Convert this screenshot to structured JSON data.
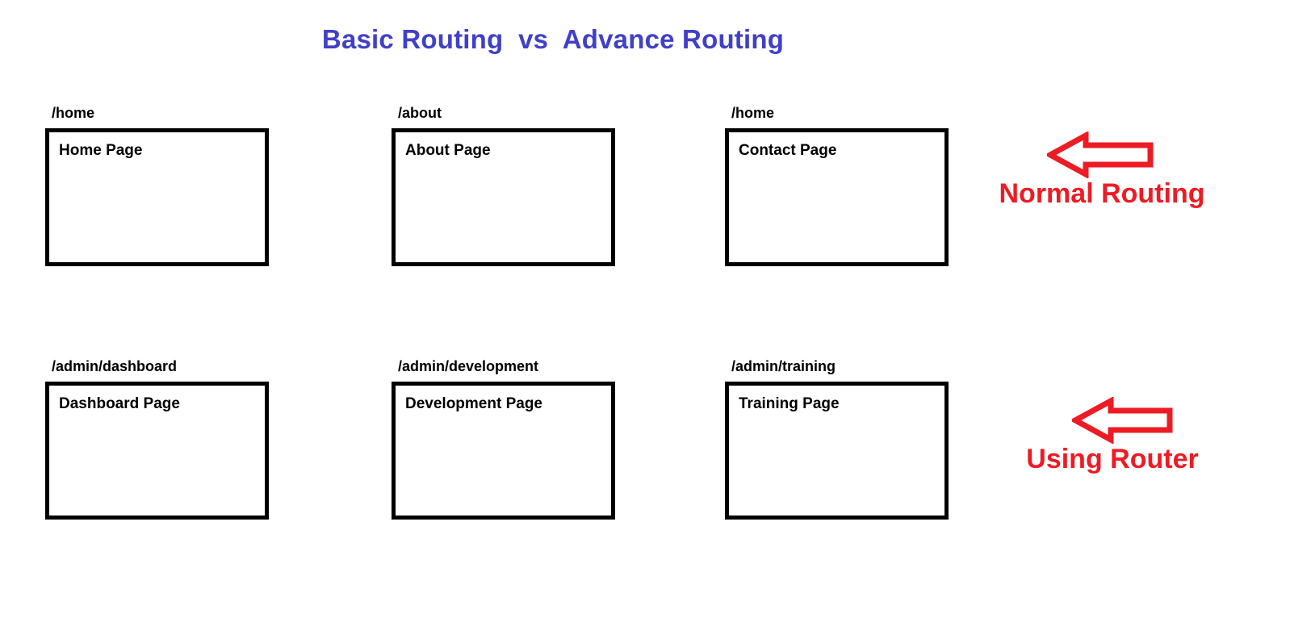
{
  "title": "Basic Routing  vs  Advance Routing",
  "colors": {
    "title": "#4040C8",
    "annotation": "#ED1C24",
    "box_border": "#000000",
    "background": "#FFFFFF",
    "text": "#000000"
  },
  "rows": [
    {
      "id": "basic-routing",
      "cards": [
        {
          "path": "/home",
          "page": "Home Page"
        },
        {
          "path": "/about",
          "page": "About Page"
        },
        {
          "path": "/home",
          "page": "Contact Page"
        }
      ],
      "annotation": {
        "label": "Normal Routing",
        "arrow_icon": "arrow-left-icon"
      }
    },
    {
      "id": "advance-routing",
      "cards": [
        {
          "path": "/admin/dashboard",
          "page": "Dashboard Page"
        },
        {
          "path": "/admin/development",
          "page": "Development Page"
        },
        {
          "path": "/admin/training",
          "page": "Training Page"
        }
      ],
      "annotation": {
        "label": "Using Router",
        "arrow_icon": "arrow-left-icon"
      }
    }
  ]
}
